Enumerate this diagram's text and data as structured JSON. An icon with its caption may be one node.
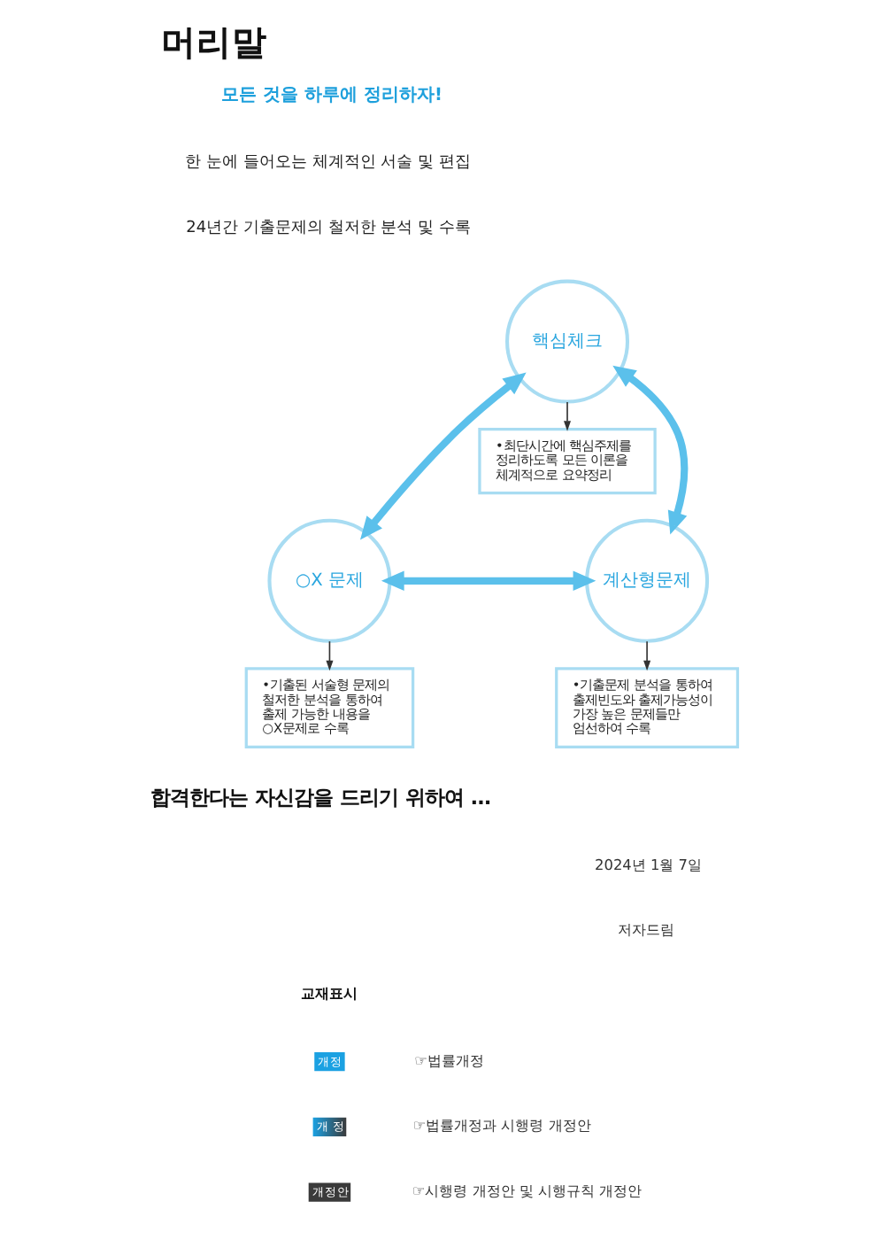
{
  "diagram": {
    "title": "머리말",
    "nodes": [
      {
        "text": [
          "핵심체크"
        ]
      },
      {
        "text": [
          "•최단시간에 핵심주제를 정리하도록 모든 이론을 체계적으로 요약정리"
        ]
      },
      {
        "text": [
          "○X 문제"
        ]
      },
      {
        "text": [
          "계산형문제"
        ]
      },
      {
        "text": [
          "•기출된 서술형 문제의 철저한 분석을 통하여 출제 가능한 내용을 ○X문제로 수록"
        ]
      },
      {
        "text": [
          "•기출문제 분석을 통하여 출제빈도와 출제가능성이 가장 높은 문제들만 엄선하여 수록"
        ]
      }
    ],
    "edges": [
      {
        "from": 0,
        "to": 2,
        "arrow": "both",
        "style": "thick",
        "color": "#5bc0eb"
      },
      {
        "from": 0,
        "to": 3,
        "arrow": "both",
        "style": "thick",
        "color": "#5bc0eb"
      },
      {
        "from": 2,
        "to": 3,
        "arrow": "both",
        "style": "thick",
        "color": "#5bc0eb"
      },
      {
        "from": 0,
        "to": 1,
        "arrow": "to",
        "color": "#333333"
      },
      {
        "from": 2,
        "to": 4,
        "arrow": "to",
        "color": "#333333"
      },
      {
        "from": 3,
        "to": 5,
        "arrow": "to",
        "color": "#333333"
      }
    ],
    "labels": [
      "모든 것을 하루에 정리하자!",
      "한 눈에 들어오는 체계적인 서술 및 편집",
      "24년간 기출문제의 철저한 분석 및 수록",
      "합격한다는 자신감을 드리기 위하여 …",
      "2024년 1월 7일",
      "저자드림",
      "교재표시",
      "개정",
      "☞법률개정",
      "개 정",
      "☞법률개정과 시행령 개정안",
      "개정안",
      "☞시행령 개정안 및 시행규칙 개정안"
    ]
  }
}
